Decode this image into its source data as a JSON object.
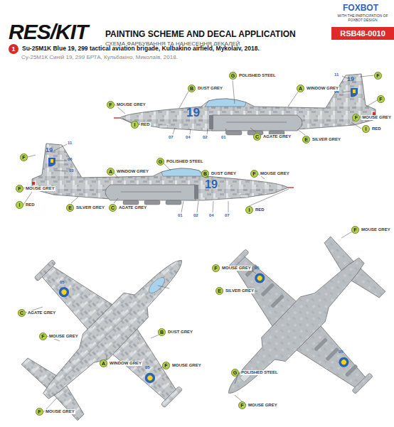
{
  "diagram": {
    "title": "PAINTING SCHEME AND DECAL APPLICATION",
    "nodes": [
      {
        "text": [
          "1",
          "Su-25M1K Blue 19, 299 tactical aviation brigade, Kulbakino airfield, Mykolaiv, 2018."
        ]
      },
      {
        "text": [
          "F"
        ]
      },
      {
        "text": [
          "G",
          "POLISHED STEEL"
        ]
      },
      {
        "text": [
          "B",
          "DUST GREY"
        ]
      },
      {
        "text": [
          "A",
          "WINDOW GREY"
        ]
      },
      {
        "text": [
          "F",
          "MOUSE GREY"
        ]
      },
      {
        "text": [
          "F"
        ]
      },
      {
        "text": [
          "F",
          "MOUSE GREY"
        ]
      },
      {
        "text": [
          "I",
          "RED"
        ]
      },
      {
        "text": [
          "I",
          "RED"
        ]
      },
      {
        "text": [
          "C",
          "AGATE GREY"
        ]
      },
      {
        "text": [
          "E",
          "SILVER GREY"
        ]
      },
      {
        "text": [
          "F"
        ]
      },
      {
        "text": [
          "A",
          "WINDOW GREY"
        ]
      },
      {
        "text": [
          "G",
          "POLISHED STEEL"
        ]
      },
      {
        "text": [
          "B",
          "DUST GREY"
        ]
      },
      {
        "text": [
          "F",
          "MOUSE GREY"
        ]
      },
      {
        "text": [
          "F",
          "MOUSE GREY"
        ]
      },
      {
        "text": [
          "I",
          "RED"
        ]
      },
      {
        "text": [
          "E",
          "SILVER GREY"
        ]
      },
      {
        "text": [
          "C",
          "AGATE GREY"
        ]
      },
      {
        "text": [
          "I",
          "RED"
        ]
      },
      {
        "text": [
          "C",
          "AGATE GREY"
        ]
      },
      {
        "text": [
          "F",
          "MOUSE GREY"
        ]
      },
      {
        "text": [
          "B",
          "DUST GREY"
        ]
      },
      {
        "text": [
          "A",
          "WINDOW GREY"
        ]
      },
      {
        "text": [
          "F",
          "MOUSE GREY"
        ]
      },
      {
        "text": [
          "F",
          "MOUSE GREY"
        ]
      },
      {
        "text": [
          "F",
          "MOUSE GREY"
        ]
      },
      {
        "text": [
          "E",
          "SILVER GREY"
        ]
      },
      {
        "text": [
          "F",
          "MOUSE GREY"
        ]
      },
      {
        "text": [
          "G",
          "POLISHED STEEL"
        ]
      },
      {
        "text": [
          "F",
          "MOUSE GREY"
        ]
      }
    ],
    "labels": [
      "RES/KIT",
      "СХЕМА ФАРБУВАННЯ ТА НАНЕСЕННЯ ДЕКАЛЕЙ",
      "FOXBOT",
      "WITH THE PARTICIPATION OF FOXBOT DESIGN",
      "RSB48-0010",
      "Су-25М1К Синій 19, 299 БРТА, Кульбакіно, Миколаїв, 2018.",
      "11",
      "06",
      "19",
      "19",
      "07",
      "04",
      "02",
      "01",
      "11",
      "19",
      "06",
      "03",
      "19",
      "01",
      "02",
      "04",
      "07",
      "05",
      "05",
      "05",
      "05"
    ]
  }
}
